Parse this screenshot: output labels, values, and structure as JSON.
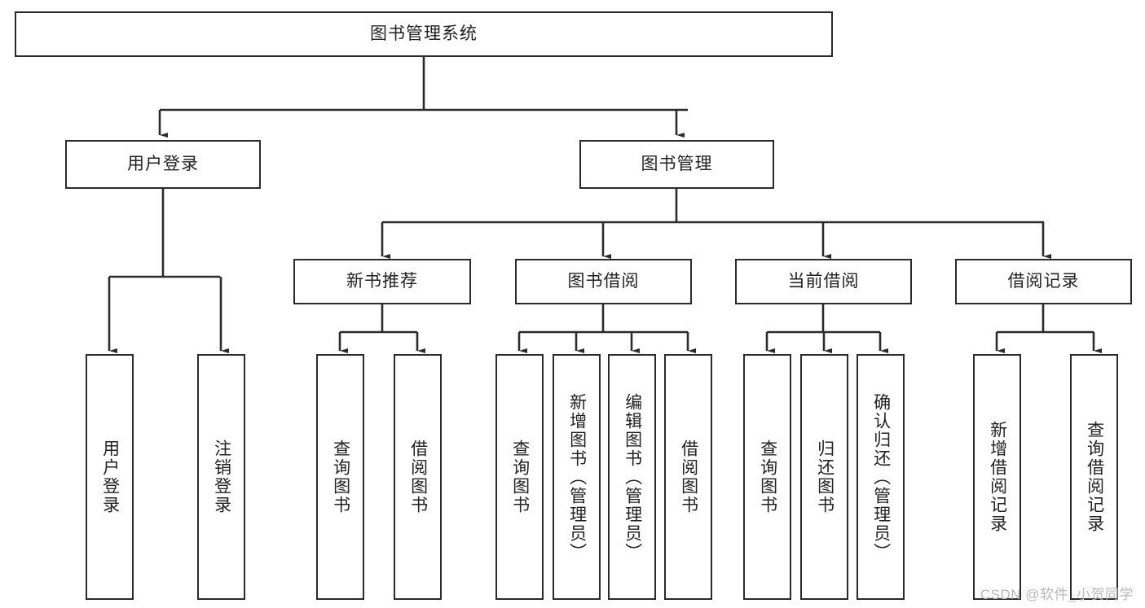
{
  "diagram": {
    "title": "图书管理系统",
    "type": "hierarchy-tree",
    "watermark": "CSDN @软件_小贺同学",
    "colors": {
      "box_border": "#2b2b2b",
      "box_fill": "#ffffff",
      "connector": "#2b2b2b",
      "text": "#222222",
      "watermark": "#b9b9b9"
    },
    "root": {
      "label": "图书管理系统"
    },
    "level1": [
      {
        "label": "用户登录"
      },
      {
        "label": "图书管理"
      }
    ],
    "level2": [
      {
        "label": "新书推荐"
      },
      {
        "label": "图书借阅"
      },
      {
        "label": "当前借阅"
      },
      {
        "label": "借阅记录"
      }
    ],
    "leaves": [
      {
        "label": "用户登录",
        "parent": "用户登录"
      },
      {
        "label": "注销登录",
        "parent": "用户登录"
      },
      {
        "label": "查询图书",
        "parent": "新书推荐"
      },
      {
        "label": "借阅图书",
        "parent": "新书推荐"
      },
      {
        "label": "查询图书",
        "parent": "图书借阅"
      },
      {
        "label": "新增图书（管理员）",
        "parent": "图书借阅"
      },
      {
        "label": "编辑图书（管理员）",
        "parent": "图书借阅"
      },
      {
        "label": "借阅图书",
        "parent": "图书借阅"
      },
      {
        "label": "查询图书",
        "parent": "当前借阅"
      },
      {
        "label": "归还图书",
        "parent": "当前借阅"
      },
      {
        "label": "确认归还（管理员）",
        "parent": "当前借阅"
      },
      {
        "label": "新增借阅记录",
        "parent": "借阅记录"
      },
      {
        "label": "查询借阅记录",
        "parent": "借阅记录"
      }
    ]
  }
}
